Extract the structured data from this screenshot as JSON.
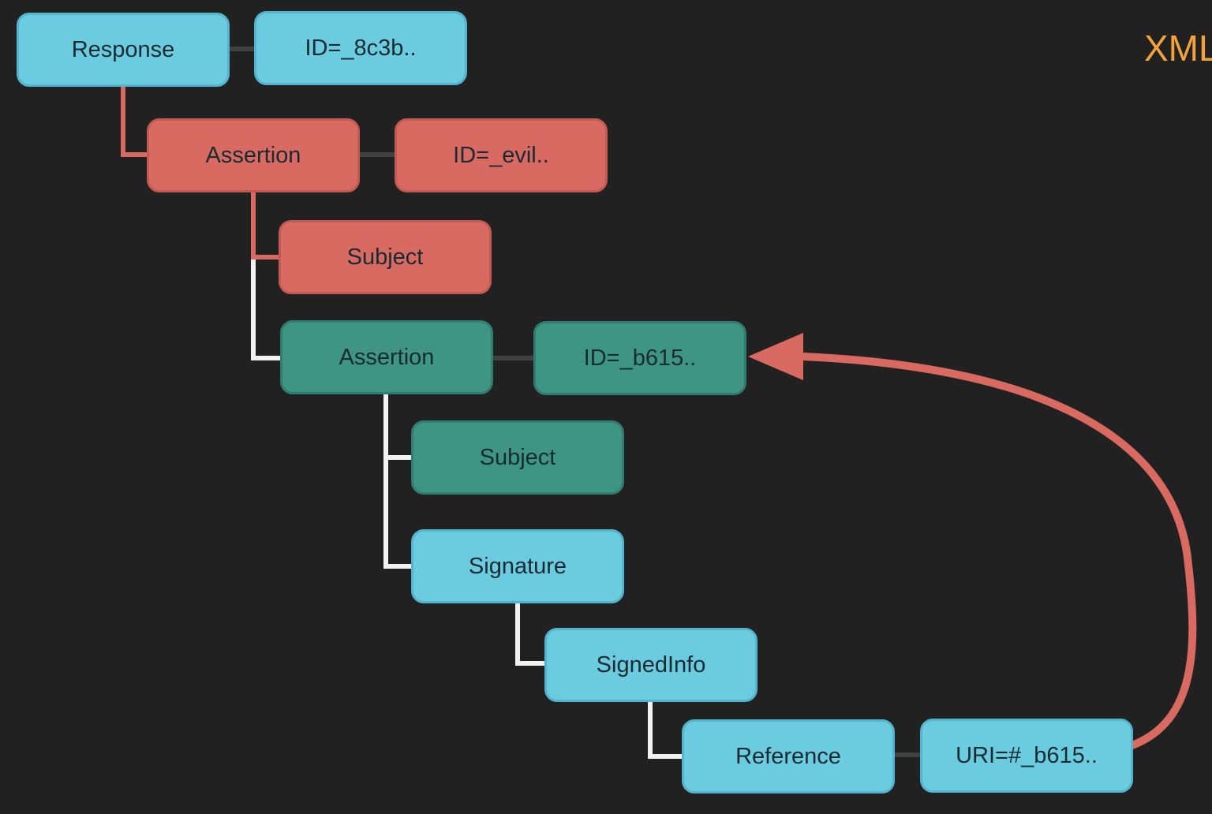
{
  "header": {
    "watermark": "XML"
  },
  "colors": {
    "background": "#212121",
    "node_cyan": "#6bcbdf",
    "node_red": "#d96a62",
    "node_teal": "#3e9583",
    "node_text": "#182b33",
    "connector_light": "#f2f2f2",
    "connector_dark": "#404040",
    "arrow_red": "#d96a62",
    "watermark_orange": "#f2a13c"
  },
  "diagram": {
    "type": "tree",
    "nodes": [
      {
        "label": "Response",
        "color": "cyan"
      },
      {
        "label": "ID=_8c3b..",
        "color": "cyan"
      },
      {
        "label": "Assertion",
        "color": "red"
      },
      {
        "label": "ID=_evil..",
        "color": "red"
      },
      {
        "label": "Subject",
        "color": "red"
      },
      {
        "label": "Assertion",
        "color": "teal"
      },
      {
        "label": "ID=_b615..",
        "color": "teal"
      },
      {
        "label": "Subject",
        "color": "teal"
      },
      {
        "label": "Signature",
        "color": "cyan"
      },
      {
        "label": "SignedInfo",
        "color": "cyan"
      },
      {
        "label": "Reference",
        "color": "cyan"
      },
      {
        "label": "URI=#_b615..",
        "color": "cyan"
      }
    ],
    "edges": [
      {
        "from": "Response",
        "to": "ID=_8c3b..",
        "style": "attribute"
      },
      {
        "from": "Response",
        "to": "Assertion (evil)",
        "style": "tree-red"
      },
      {
        "from": "Assertion (evil)",
        "to": "ID=_evil..",
        "style": "attribute"
      },
      {
        "from": "Assertion (evil)",
        "to": "Subject (evil)",
        "style": "tree-red"
      },
      {
        "from": "Assertion (evil)",
        "to": "Assertion (original)",
        "style": "tree-light"
      },
      {
        "from": "Assertion (original)",
        "to": "ID=_b615..",
        "style": "attribute"
      },
      {
        "from": "Assertion (original)",
        "to": "Subject (original)",
        "style": "tree-light"
      },
      {
        "from": "Assertion (original)",
        "to": "Signature",
        "style": "tree-light"
      },
      {
        "from": "Signature",
        "to": "SignedInfo",
        "style": "tree-light"
      },
      {
        "from": "SignedInfo",
        "to": "Reference",
        "style": "tree-light"
      },
      {
        "from": "Reference",
        "to": "URI=#_b615..",
        "style": "attribute"
      },
      {
        "from": "URI=#_b615..",
        "to": "ID=_b615..",
        "style": "curved-red-arrow"
      }
    ]
  }
}
